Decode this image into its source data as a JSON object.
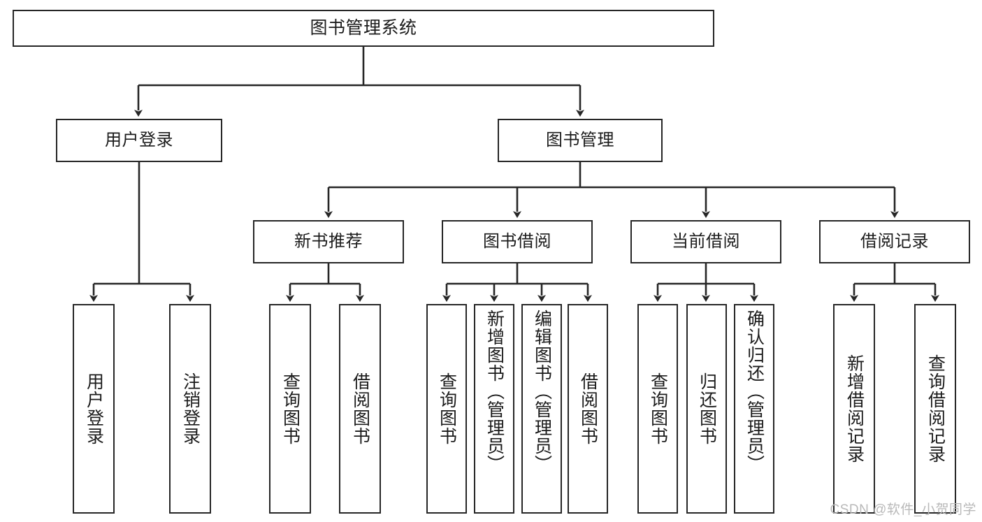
{
  "diagram": {
    "title": "图书管理系统",
    "type": "tree",
    "colors": {
      "box_border": "#262626",
      "box_fill": "#ffffff",
      "line": "#262626",
      "text": "#1b1b1b",
      "watermark": "#b9b9b9"
    },
    "root": {
      "label": "图书管理系统"
    },
    "level2": [
      {
        "label": "用户登录"
      },
      {
        "label": "图书管理"
      }
    ],
    "level3": [
      {
        "label": "新书推荐"
      },
      {
        "label": "图书借阅"
      },
      {
        "label": "当前借阅"
      },
      {
        "label": "借阅记录"
      }
    ],
    "leaves": {
      "user_login": [
        {
          "label": "用户登录"
        },
        {
          "label": "注销登录"
        }
      ],
      "new_book_recommend": [
        {
          "label": "查询图书"
        },
        {
          "label": "借阅图书"
        }
      ],
      "book_borrow": [
        {
          "label": "查询图书"
        },
        {
          "label": "新增图书（管理员）"
        },
        {
          "label": "编辑图书（管理员）"
        },
        {
          "label": "借阅图书"
        }
      ],
      "current_borrow": [
        {
          "label": "查询图书"
        },
        {
          "label": "归还图书"
        },
        {
          "label": "确认归还（管理员）"
        }
      ],
      "borrow_record": [
        {
          "label": "新增借阅记录"
        },
        {
          "label": "查询借阅记录"
        }
      ]
    }
  },
  "watermark": {
    "text": "CSDN @软件_小贺同学"
  }
}
